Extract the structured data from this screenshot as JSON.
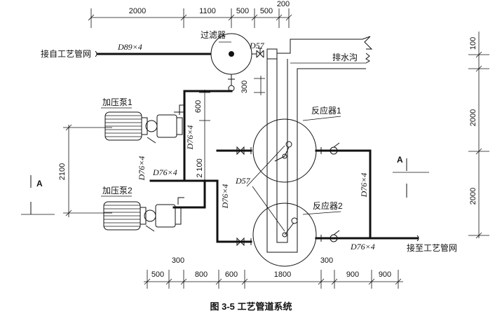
{
  "caption": "图 3-5   工艺管道系统",
  "labels": {
    "filter": "过滤器",
    "from_network": "接自工艺管网",
    "to_network": "接至工艺管网",
    "drain": "排水沟",
    "pump1": "加压泵1",
    "pump2": "加压泵2",
    "reactor1": "反应器1",
    "reactor2": "反应器2",
    "section_a": "A"
  },
  "pipe_labels": {
    "d89": "D89×4",
    "d57_top": "D57",
    "d57_mid": "D57",
    "d76_v1": "D76×4",
    "d76_h": "D76×4",
    "d76_v2": "D76×4",
    "d76_v3": "D76×4",
    "d76_right_v": "D76×4",
    "d76_bottom": "D76×4"
  },
  "dimensions": {
    "top": [
      "2000",
      "1100",
      "500",
      "500",
      "200"
    ],
    "right": [
      "100",
      "2000",
      "2000"
    ],
    "bottom_first": "300",
    "bottom": [
      "500",
      "800",
      "600",
      "1800",
      "900",
      "900"
    ],
    "bottom_mid": "300",
    "left": "2100",
    "d300": "300",
    "d600": "600",
    "d2100_mid": "2 100"
  }
}
